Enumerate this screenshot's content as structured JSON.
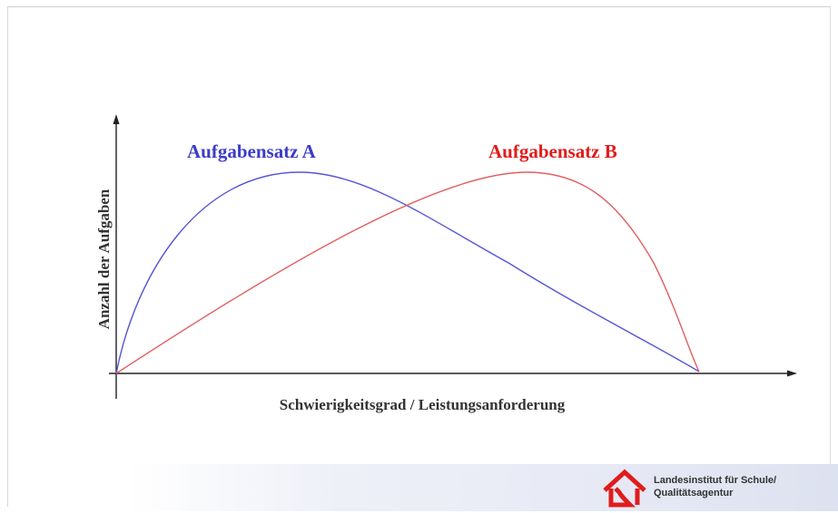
{
  "diagram": {
    "curve_a_label": "Aufgabensatz A",
    "curve_b_label": "Aufgabensatz B",
    "y_axis_label": "Anzahl der Aufgaben",
    "x_axis_label": "Schwierigkeitsgrad / Leistungsanforderung"
  },
  "colors": {
    "curve_a": "#5555d6",
    "curve_b": "#e06060",
    "label_a": "#3c3cc8",
    "label_b": "#e01c1c",
    "axis": "#222222",
    "logo": "#e01c1c"
  },
  "logo": {
    "icon": "house-icon",
    "line1": "Landesinstitut für Schule/",
    "line2": "Qualitätsagentur"
  }
}
